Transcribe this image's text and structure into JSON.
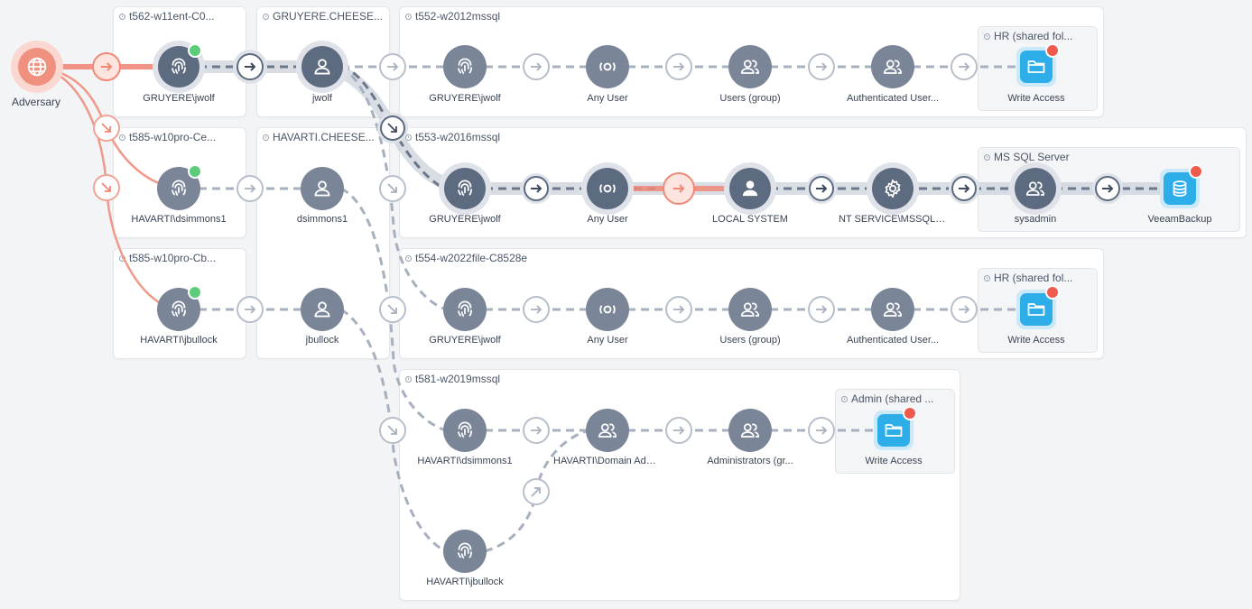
{
  "adversary": {
    "label": "Adversary"
  },
  "panels": {
    "t562": {
      "title": "t562-w11ent-C0..."
    },
    "gruyere": {
      "title": "GRUYERE.CHEESE..."
    },
    "t552": {
      "title": "t552-w2012mssql"
    },
    "t585a": {
      "title": "t585-w10pro-Ce..."
    },
    "havarti": {
      "title": "HAVARTI.CHEESE..."
    },
    "t553": {
      "title": "t553-w2016mssql"
    },
    "t585b": {
      "title": "t585-w10pro-Cb..."
    },
    "t554": {
      "title": "t554-w2022file-C8528e"
    },
    "t581": {
      "title": "t581-w2019mssql"
    },
    "hr1": {
      "title": "HR (shared fol..."
    },
    "mssqlserver": {
      "title": "MS SQL Server"
    },
    "hr2": {
      "title": "HR (shared fol..."
    },
    "admin": {
      "title": "Admin (shared ..."
    }
  },
  "nodes": {
    "gruyere_jwolf_t562": "GRUYERE\\jwolf",
    "jwolf": "jwolf",
    "havarti_dsimmons_t585": "HAVARTI\\dsimmons1",
    "dsimmons1": "dsimmons1",
    "havarti_jbullock_t585": "HAVARTI\\jbullock",
    "jbullock": "jbullock",
    "t552_gruyere_jwolf": "GRUYERE\\jwolf",
    "t552_any_user": "Any User",
    "t552_users_group": "Users (group)",
    "t552_auth_users": "Authenticated User...",
    "t552_write_access": "Write Access",
    "t553_gruyere_jwolf": "GRUYERE\\jwolf",
    "t553_any_user": "Any User",
    "t553_local_system": "LOCAL SYSTEM",
    "t553_nt_service": "NT SERVICE\\MSSQLSE...",
    "t553_sysadmin": "sysadmin",
    "t553_veeambackup": "VeeamBackup",
    "t554_gruyere_jwolf": "GRUYERE\\jwolf",
    "t554_any_user": "Any User",
    "t554_users_group": "Users (group)",
    "t554_auth_users": "Authenticated User...",
    "t554_write_access": "Write Access",
    "t581_havarti_dsimmons": "HAVARTI\\dsimmons1",
    "t581_domain_admins": "HAVARTI\\Domain Adm...",
    "t581_administrators": "Administrators (gr...",
    "t581_write_access": "Write Access",
    "t581_havarti_jbullock": "HAVARTI\\jbullock"
  },
  "colors": {
    "attack_path": "#f08878",
    "primary_path": "#5d6b80",
    "node_fill": "#6b778a",
    "node_halo": "#dfe3e9",
    "resource_fill": "#2eaee8",
    "status_green": "#5ccb7a",
    "status_red": "#ef5a4f"
  }
}
